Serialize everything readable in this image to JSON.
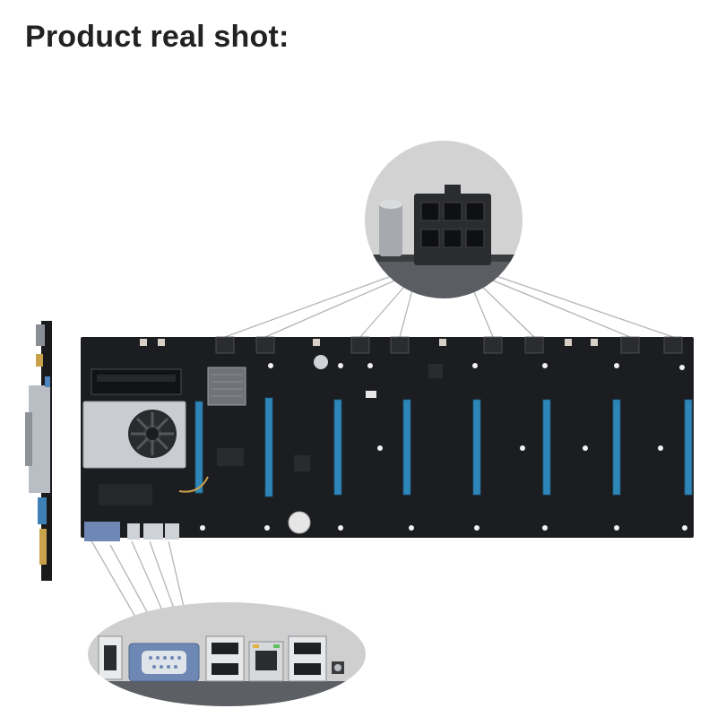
{
  "header": {
    "title": "Product real shot:"
  },
  "board": {
    "pcie_slot_count": 8,
    "power_connector_count": 8,
    "colors": {
      "pcb": "#1c1d20",
      "pcie_slot": "#2e86b8",
      "heatsink": "#c9cdd1",
      "callout_bg": "#cfcfcf",
      "leader_line": "#b8b8b8"
    }
  },
  "callouts": {
    "top": {
      "subject": "6-pin-power-connector"
    },
    "bottom": {
      "subject": "rear-io-ports",
      "ports": [
        "hdmi",
        "vga",
        "usb",
        "usb",
        "ethernet",
        "usb",
        "usb",
        "power-switch"
      ]
    }
  }
}
